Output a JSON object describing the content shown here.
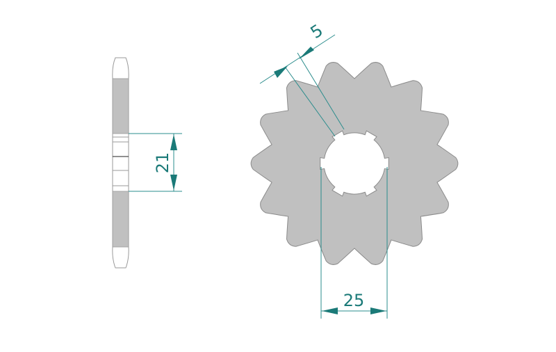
{
  "drawing": {
    "teeth": 14,
    "dimensions": {
      "hub_width": "21",
      "spline_width": "25",
      "pitch_offset": "5"
    }
  },
  "colors": {
    "fill": "#c0c0c0",
    "outline": "#8a8a8a",
    "dimension": "#1b7a78"
  }
}
